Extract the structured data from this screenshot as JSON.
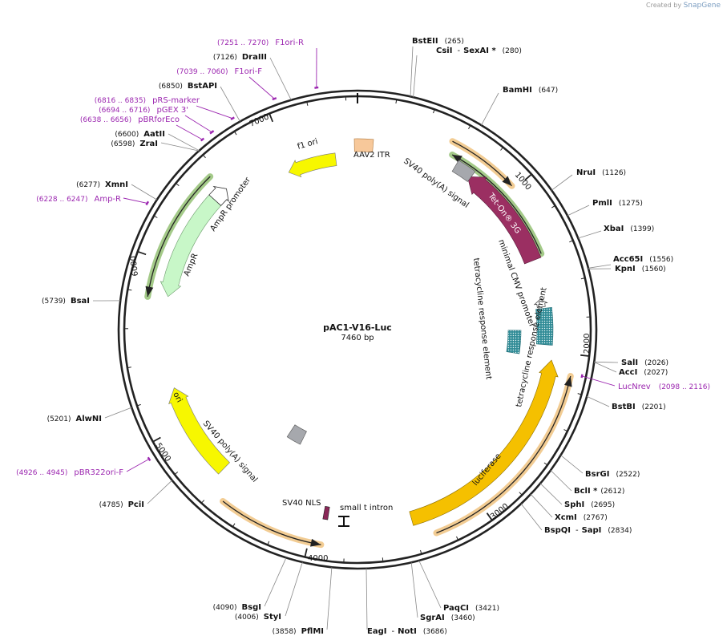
{
  "credit": {
    "created_by": "Created by",
    "brand": "SnapGene"
  },
  "plasmid": {
    "name": "pAC1-V16-Luc",
    "length_label": "7460 bp",
    "length": 7460
  },
  "colors": {
    "backbone": "#222222",
    "enzyme_line": "#888888",
    "primer": "#9c27b0",
    "orf_orange": "#e8a33a",
    "orf_green": "#5a9e28",
    "tet_on": "#9b2f62",
    "luciferase": "#f5c000",
    "ori": "#f7f700",
    "ampr": "#c8f7c8",
    "itr": "#f7c89a",
    "polya": "#a6a8ad",
    "tre": "#2d8a95",
    "nls": "#8a2858"
  },
  "ticks": [
    "1000",
    "2000",
    "3000",
    "4000",
    "5000",
    "6000",
    "7000"
  ],
  "enzymes": [
    {
      "name": "BstEII",
      "pos": "(265)"
    },
    {
      "name": "CsiI",
      "sep": "-",
      "name2": "SexAI *",
      "pos": "(280)"
    },
    {
      "name": "BamHI",
      "pos": "(647)"
    },
    {
      "name": "NruI",
      "pos": "(1126)"
    },
    {
      "name": "PmlI",
      "pos": "(1275)"
    },
    {
      "name": "XbaI",
      "pos": "(1399)"
    },
    {
      "name": "Acc65I",
      "pos": "(1556)"
    },
    {
      "name": "KpnI",
      "pos": "(1560)"
    },
    {
      "name": "SalI",
      "pos": "(2026)"
    },
    {
      "name": "AccI",
      "pos": "(2027)"
    },
    {
      "name": "BstBI",
      "pos": "(2201)"
    },
    {
      "name": "BsrGI",
      "pos": "(2522)"
    },
    {
      "name": "BclI *",
      "pos": "(2612)"
    },
    {
      "name": "SphI",
      "pos": "(2695)"
    },
    {
      "name": "XcmI",
      "pos": "(2767)"
    },
    {
      "name": "BspQI",
      "sep": "-",
      "name2": "SapI",
      "pos": "(2834)"
    },
    {
      "name": "PaqCI",
      "pos": "(3421)"
    },
    {
      "name": "SgrAI",
      "pos": "(3460)"
    },
    {
      "name": "EagI",
      "sep": "-",
      "name2": "NotI",
      "pos": "(3686)"
    },
    {
      "name": "PflMI",
      "pos": "(3858)"
    },
    {
      "name": "StyI",
      "pos": "(4006)"
    },
    {
      "name": "BsgI",
      "pos": "(4090)"
    },
    {
      "name": "PciI",
      "pos": "(4785)"
    },
    {
      "name": "AlwNI",
      "pos": "(5201)"
    },
    {
      "name": "BsaI",
      "pos": "(5739)"
    },
    {
      "name": "XmnI",
      "pos": "(6277)"
    },
    {
      "name": "ZraI",
      "pos": "(6598)"
    },
    {
      "name": "AatII",
      "pos": "(6600)"
    },
    {
      "name": "BstAPI",
      "pos": "(6850)"
    },
    {
      "name": "DraIII",
      "pos": "(7126)"
    }
  ],
  "primers": [
    {
      "name": "F1ori-R",
      "pos": "(7251 .. 7270)"
    },
    {
      "name": "F1ori-F",
      "pos": "(7039 .. 7060)"
    },
    {
      "name": "pRS-marker",
      "pos": "(6816 .. 6835)"
    },
    {
      "name": "pGEX 3'",
      "pos": "(6694 .. 6716)"
    },
    {
      "name": "pBRforEco",
      "pos": "(6638 .. 6656)"
    },
    {
      "name": "Amp-R",
      "pos": "(6228 .. 6247)"
    },
    {
      "name": "LucNrev",
      "pos": "(2098 .. 2116)"
    },
    {
      "name": "pBR322ori-F",
      "pos": "(4926 .. 4945)"
    }
  ],
  "features": {
    "f1_ori": "f1 ori",
    "aav2_itr": "AAV2 ITR",
    "sv40_polya_top": "SV40 poly(A) signal",
    "tet_on": "Tet-On® 3G",
    "min_cmv": "minimal CMV promoter",
    "tre_inner": "tetracycline response element",
    "tre_outer": "tetracycline response element",
    "luciferase": "luciferase",
    "small_t": "small t intron",
    "sv40_nls": "SV40 NLS",
    "sv40_polya_bottom": "SV40 poly(A) signal",
    "ori": "ori",
    "ampr": "AmpR",
    "ampr_promoter": "AmpR promoter"
  }
}
